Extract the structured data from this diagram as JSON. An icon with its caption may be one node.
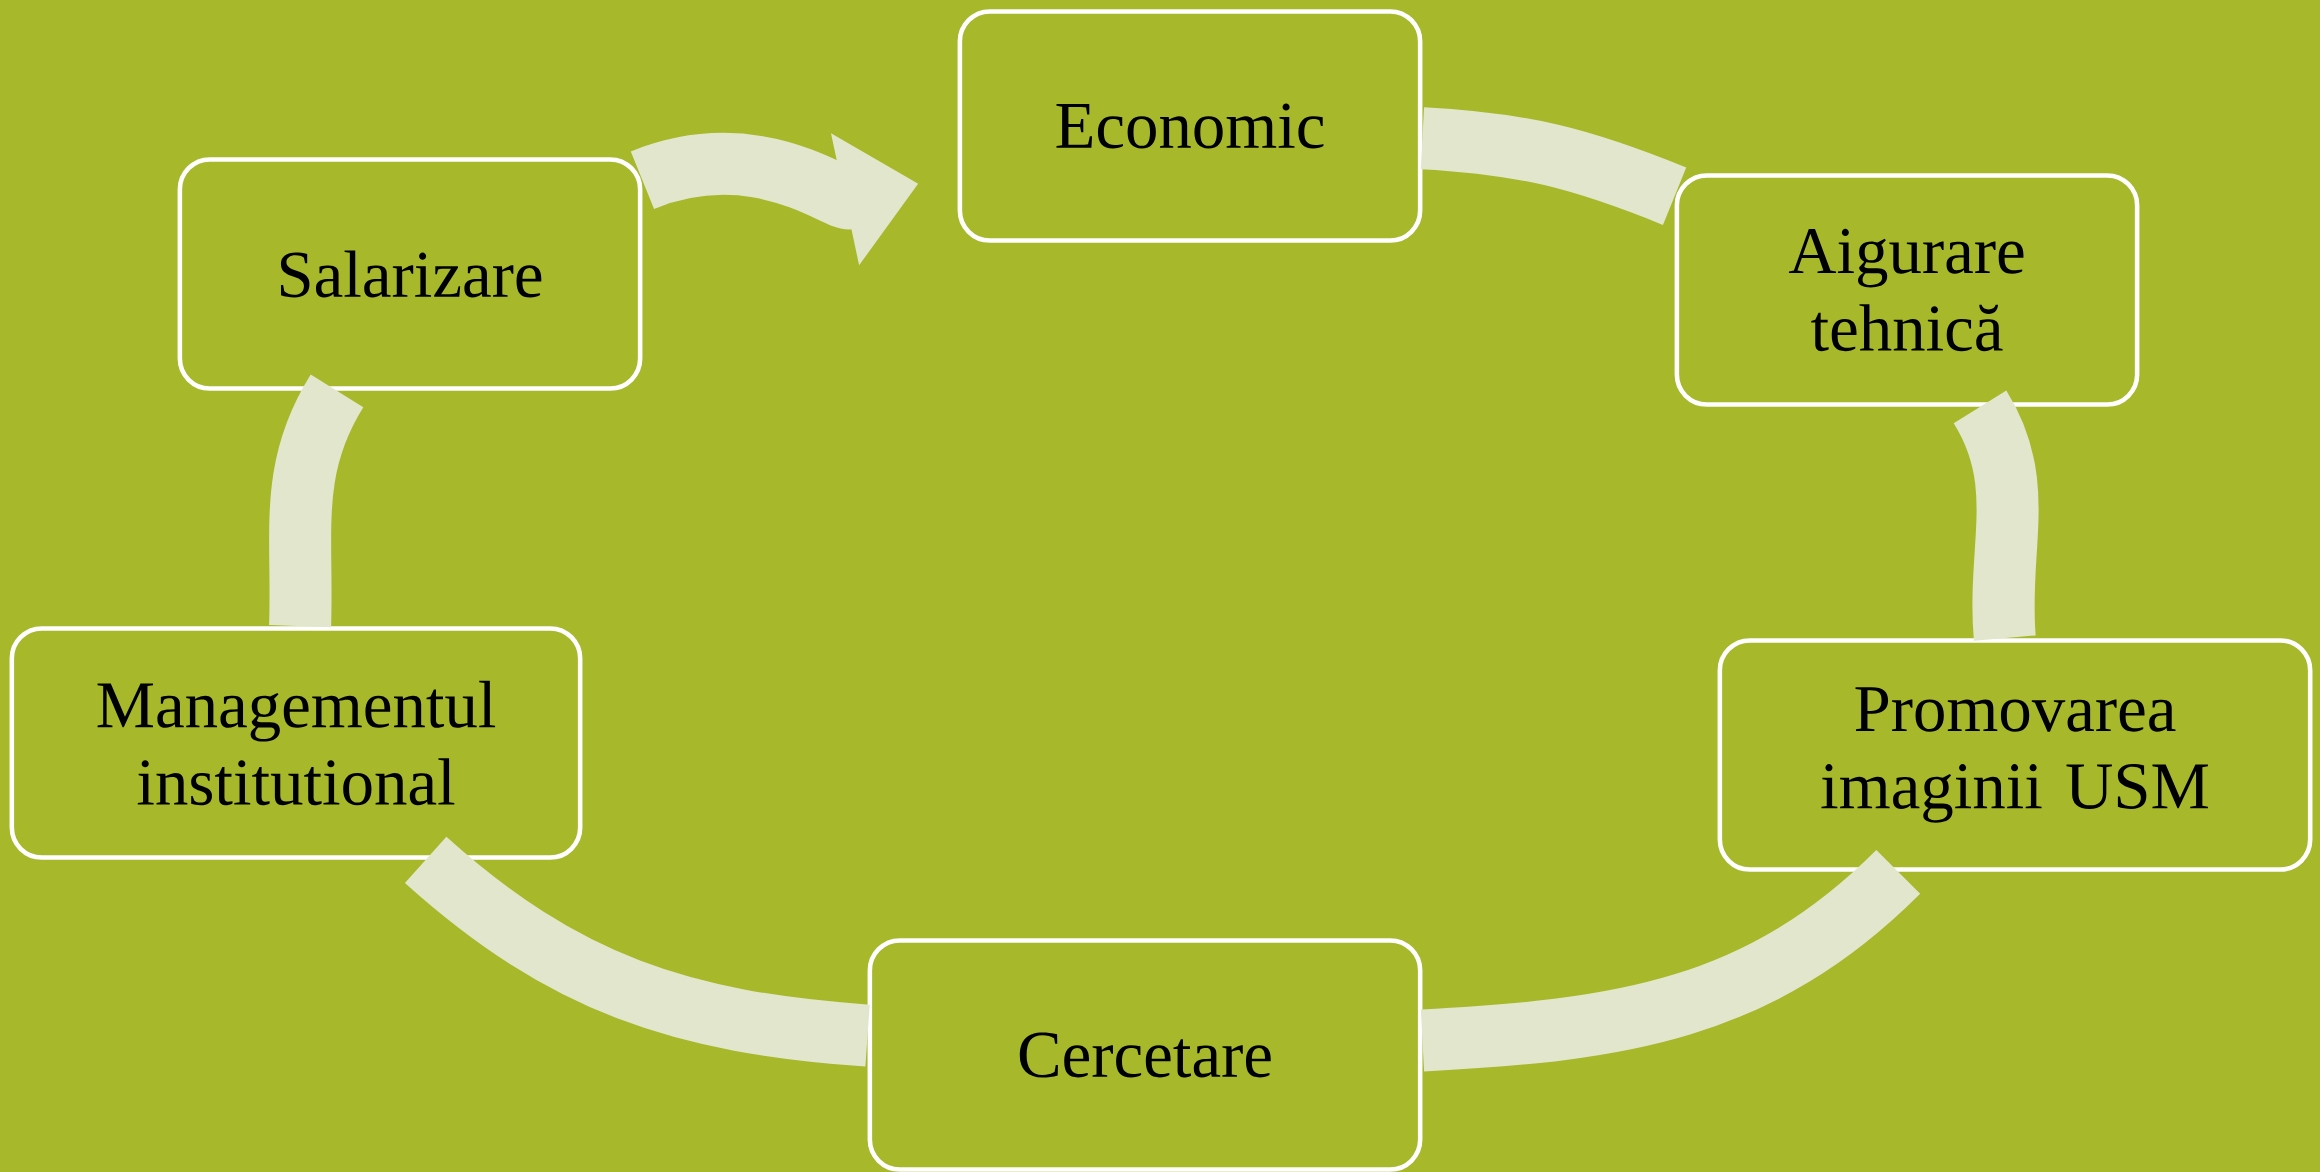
{
  "diagram": {
    "nodes": [
      {
        "text": [
          "Economic"
        ]
      },
      {
        "text": [
          "Aigurare tehnică"
        ]
      },
      {
        "text": [
          "Promovarea imaginii USM"
        ]
      },
      {
        "text": [
          "Cercetare"
        ]
      },
      {
        "text": [
          "Managementul institutional"
        ]
      },
      {
        "text": [
          "Salarizare"
        ]
      }
    ],
    "edges": [
      {
        "from": 0,
        "to": 1,
        "arrow": "none"
      },
      {
        "from": 1,
        "to": 2,
        "arrow": "none"
      },
      {
        "from": 2,
        "to": 3,
        "arrow": "none"
      },
      {
        "from": 3,
        "to": 4,
        "arrow": "none"
      },
      {
        "from": 4,
        "to": 5,
        "arrow": "none"
      },
      {
        "from": 5,
        "to": 0,
        "arrow": "to"
      }
    ]
  }
}
